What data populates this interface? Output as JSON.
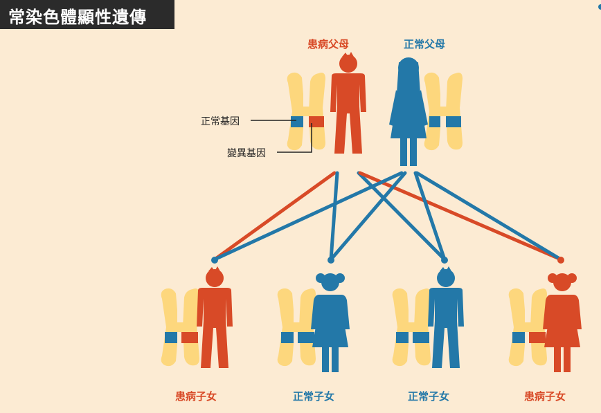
{
  "title": "常染色體顯性遺傳",
  "parents": {
    "affected_label": "患病父母",
    "normal_label": "正常父母"
  },
  "genes": {
    "normal_label": "正常基因",
    "mutant_label": "變異基因"
  },
  "children": [
    {
      "label": "患病子女",
      "status": "affected",
      "sex": "male"
    },
    {
      "label": "正常子女",
      "status": "normal",
      "sex": "female"
    },
    {
      "label": "正常子女",
      "status": "normal",
      "sex": "male"
    },
    {
      "label": "患病子女",
      "status": "affected",
      "sex": "female"
    }
  ],
  "colors": {
    "background": "#fcebd3",
    "affected": "#d84a27",
    "normal": "#2378a8",
    "chromosome": "#fdd77d"
  }
}
